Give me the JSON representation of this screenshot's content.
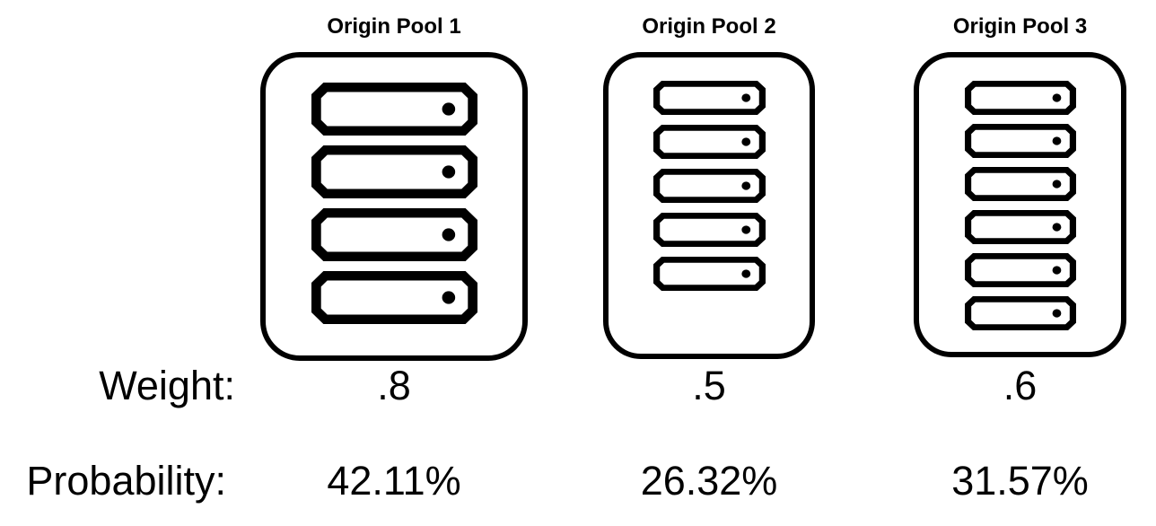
{
  "labels": {
    "weight": "Weight:",
    "probability": "Probability:"
  },
  "pools": [
    {
      "title": "Origin Pool 1",
      "server_count": 4,
      "weight": ".8",
      "probability": "42.11%"
    },
    {
      "title": "Origin Pool 2",
      "server_count": 5,
      "weight": ".5",
      "probability": "26.32%"
    },
    {
      "title": "Origin Pool 3",
      "server_count": 6,
      "weight": ".6",
      "probability": "31.57%"
    }
  ],
  "colors": {
    "foreground": "#000000",
    "background": "#ffffff"
  }
}
